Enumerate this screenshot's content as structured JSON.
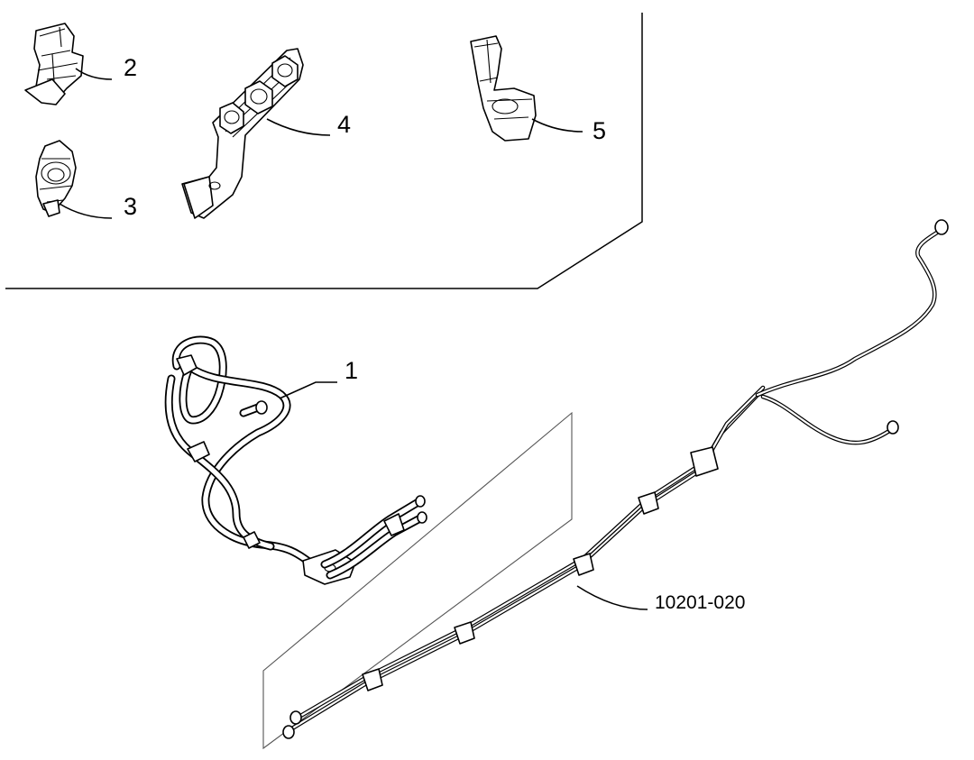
{
  "callouts": {
    "part_1": "1",
    "part_2": "2",
    "part_3": "3",
    "part_4": "4",
    "part_5": "5",
    "assembly_code": "10201-020"
  },
  "colors": {
    "line": "#000000",
    "background": "#ffffff"
  }
}
